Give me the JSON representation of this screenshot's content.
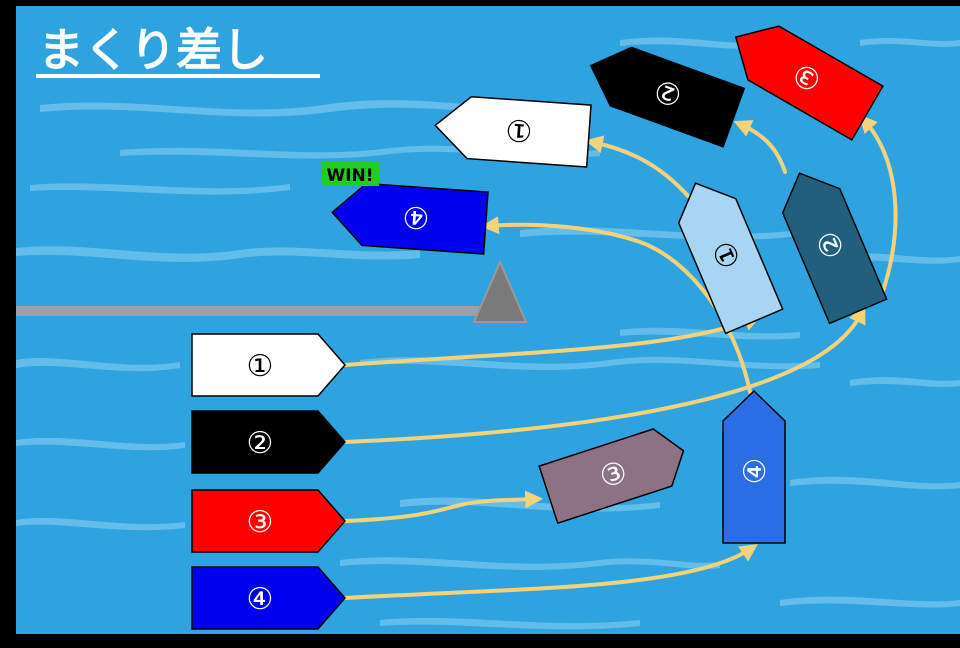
{
  "title": "まくり差し",
  "win_badge": "WIN!",
  "boats": [
    {
      "id": "start-1",
      "label": "①",
      "fill": "#ffffff",
      "text_color": "#000000"
    },
    {
      "id": "start-2",
      "label": "②",
      "fill": "#000000",
      "text_color": "#ffffff"
    },
    {
      "id": "start-3",
      "label": "③",
      "fill": "#ff0000",
      "text_color": "#ffffff"
    },
    {
      "id": "start-4",
      "label": "④",
      "fill": "#0000ee",
      "text_color": "#ffffff"
    },
    {
      "id": "mid-1",
      "label": "①",
      "fill": "#a7d5f2",
      "text_color": "#000000"
    },
    {
      "id": "mid-2",
      "label": "②",
      "fill": "#215f7c",
      "text_color": "#ffffff"
    },
    {
      "id": "mid-3",
      "label": "③",
      "fill": "#8c7284",
      "text_color": "#ffffff"
    },
    {
      "id": "mid-4",
      "label": "④",
      "fill": "#2a6ee6",
      "text_color": "#ffffff"
    },
    {
      "id": "end-1",
      "label": "①",
      "fill": "#ffffff",
      "text_color": "#000000"
    },
    {
      "id": "end-2",
      "label": "②",
      "fill": "#000000",
      "text_color": "#ffffff"
    },
    {
      "id": "end-3",
      "label": "③",
      "fill": "#ff0000",
      "text_color": "#ffffff"
    },
    {
      "id": "end-4",
      "label": "④",
      "fill": "#0000ee",
      "text_color": "#ffffff"
    }
  ],
  "colors": {
    "water": "#2fa3df",
    "wave": "#8fd3f3",
    "path": "#f3d27a",
    "buoy": "#7a7a7a",
    "line": "#a0a0a0",
    "win_bg": "#22cc22"
  }
}
